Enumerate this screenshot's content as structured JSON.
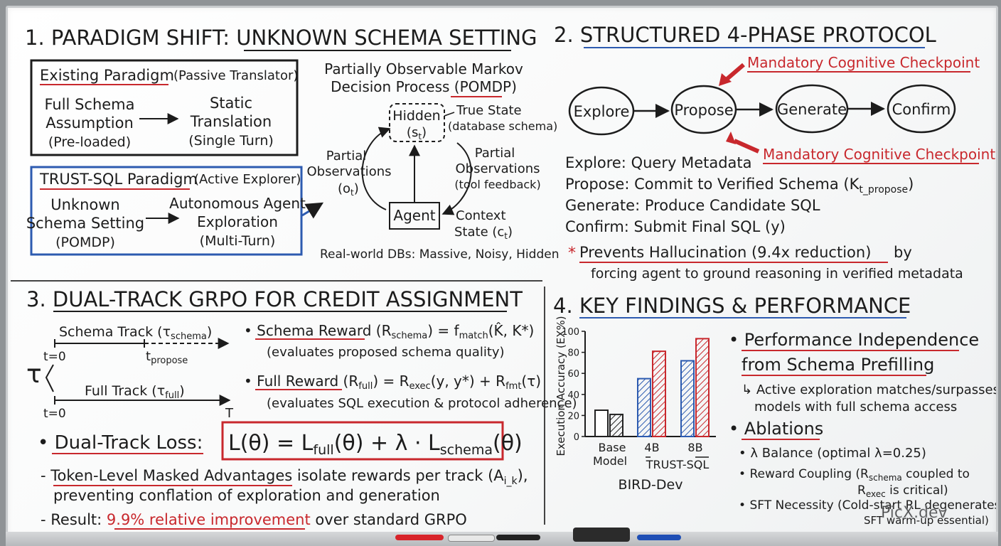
{
  "sec1": {
    "title": "1. PARADIGM SHIFT: UNKNOWN SCHEMA SETTING",
    "existing": {
      "heading": "Existing Paradigm",
      "role": "(Passive Translator)",
      "left": [
        "Full Schema",
        "Assumption",
        "(Pre-loaded)"
      ],
      "right": [
        "Static",
        "Translation",
        "(Single Turn)"
      ]
    },
    "trust": {
      "heading": "TRUST-SQL Paradigm",
      "role": "(Active Explorer)",
      "left": [
        "Unknown",
        "Schema Setting",
        "(POMDP)"
      ],
      "right": [
        "Autonomous Agent",
        "Exploration",
        "(Multi-Turn)"
      ]
    },
    "pomdp": {
      "title": [
        "Partially Observable Markov",
        "Decision Process (POMDP)"
      ],
      "hidden": "Hidden",
      "hidden_var": "(s",
      "hidden_sub": "t",
      "true_state": [
        "True State",
        "(database schema)"
      ],
      "partial_left": [
        "Partial",
        "Observations",
        "(o"
      ],
      "partial_left_sub": "t",
      "partial_right": [
        "Partial",
        "Observations",
        "(tool feedback)"
      ],
      "agent": "Agent",
      "context": [
        "Context",
        "State (c"
      ],
      "context_sub": "t",
      "footer": "Real-world DBs: Massive, Noisy, Hidden"
    }
  },
  "sec2": {
    "title": "2. STRUCTURED 4-PHASE PROTOCOL",
    "checkpoint": "Mandatory Cognitive Checkpoint",
    "phases": [
      "Explore",
      "Propose",
      "Generate",
      "Confirm"
    ],
    "defs": [
      {
        "k": "Explore:",
        "v": "Query Metadata"
      },
      {
        "k": "Propose:",
        "v": "Commit to Verified Schema (K",
        "sub": "t_propose",
        "tail": ")"
      },
      {
        "k": "Generate:",
        "v": "Produce Candidate SQL"
      },
      {
        "k": "Confirm:",
        "v": "Submit Final SQL (y)"
      }
    ],
    "note_star": "*",
    "note_main": "Prevents Hallucination (9.4x reduction)",
    "note_by": "by",
    "note_line2": "forcing agent to ground reasoning in verified metadata"
  },
  "sec3": {
    "title": "3. DUAL-TRACK GRPO FOR CREDIT ASSIGNMENT",
    "tau": "τ",
    "schema_track": "Schema Track (τ",
    "schema_track_sub": "schema",
    "full_track": "Full Track (τ",
    "full_track_sub": "full",
    "t0": "t=0",
    "tpropose": "t",
    "tpropose_sub": "propose",
    "T": "T",
    "schema_reward_label": "Schema Reward",
    "schema_reward_formula": "(R",
    "schema_reward_sub": "schema",
    "schema_reward_rhs": ") = f",
    "schema_reward_rhs_sub": "match",
    "schema_reward_rhs2": "(K̂, K*)",
    "schema_reward_desc": "(evaluates proposed schema quality)",
    "full_reward_label": "Full Reward",
    "full_reward_desc": "(evaluates SQL execution & protocol adherence)",
    "loss_label": "Dual-Track Loss:",
    "masked_label": "Token-Level Masked Advantages",
    "masked_rest": "isolate rewards per track (A",
    "masked_sub": "i_k",
    "masked_tail": "),",
    "masked_line2": "preventing conflation of exploration and generation",
    "result_prefix": "- Result:",
    "result_value": "9.9% relative improvement",
    "result_suffix": "over standard GRPO"
  },
  "sec4": {
    "title": "4. KEY FINDINGS & PERFORMANCE",
    "finding1": [
      "Performance Independence",
      "from Schema Prefilling"
    ],
    "finding1_detail": [
      "Active exploration matches/surpasses",
      "models with full schema access"
    ],
    "ablations": "Ablations",
    "ab1": "λ Balance (optimal λ=0.25)",
    "ab2": [
      "Reward Coupling (R",
      "schema",
      " coupled to"
    ],
    "ab2b": [
      "R",
      "exec",
      " is critical)"
    ],
    "ab3": [
      "SFT Necessity (Cold-start RL degenerates;",
      "SFT warm-up essential)"
    ]
  },
  "chart_data": {
    "type": "bar",
    "xlabel": "BIRD-Dev",
    "ylabel": "Execution Accuracy (EX%)",
    "ylim": [
      0,
      100
    ],
    "yticks": [
      0,
      20,
      40,
      60,
      80,
      100
    ],
    "categories": [
      "Base Model",
      "4B",
      "8B"
    ],
    "group_label": "TRUST-SQL",
    "pairs": [
      {
        "category": "Base Model",
        "values": [
          25,
          21
        ],
        "colors": [
          "#222222",
          "#222222"
        ],
        "patterns": [
          "plain",
          "hatch"
        ]
      },
      {
        "category": "4B",
        "values": [
          55,
          81
        ],
        "colors": [
          "#2d5bb0",
          "#c8282d"
        ],
        "patterns": [
          "hatch",
          "hatch"
        ]
      },
      {
        "category": "8B",
        "values": [
          72,
          93
        ],
        "colors": [
          "#2d5bb0",
          "#c8282d"
        ],
        "patterns": [
          "hatch",
          "hatch"
        ]
      }
    ]
  },
  "watermark": "PicX.dev",
  "colors": {
    "red": "#c8282d",
    "blue": "#2d5bb0",
    "ink": "#1c1c1c"
  }
}
